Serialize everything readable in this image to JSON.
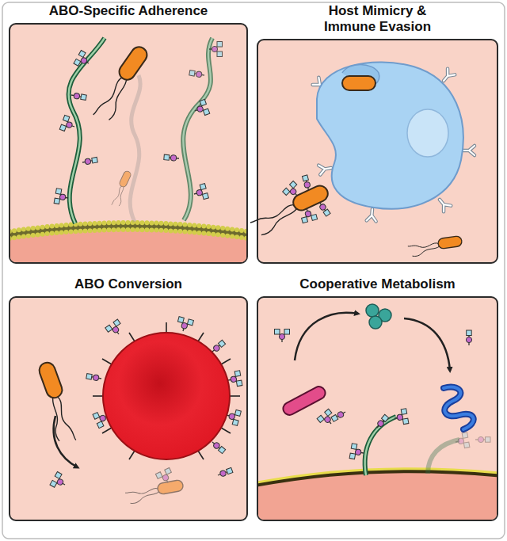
{
  "diagram": {
    "nodes": [
      {
        "text": [
          "ABO-Specific Adherence"
        ]
      },
      {
        "text": [
          "Host Mimicry & Immune Evasion"
        ]
      },
      {
        "text": [
          "ABO Conversion"
        ]
      },
      {
        "text": [
          "Cooperative Metabolism"
        ]
      }
    ]
  }
}
